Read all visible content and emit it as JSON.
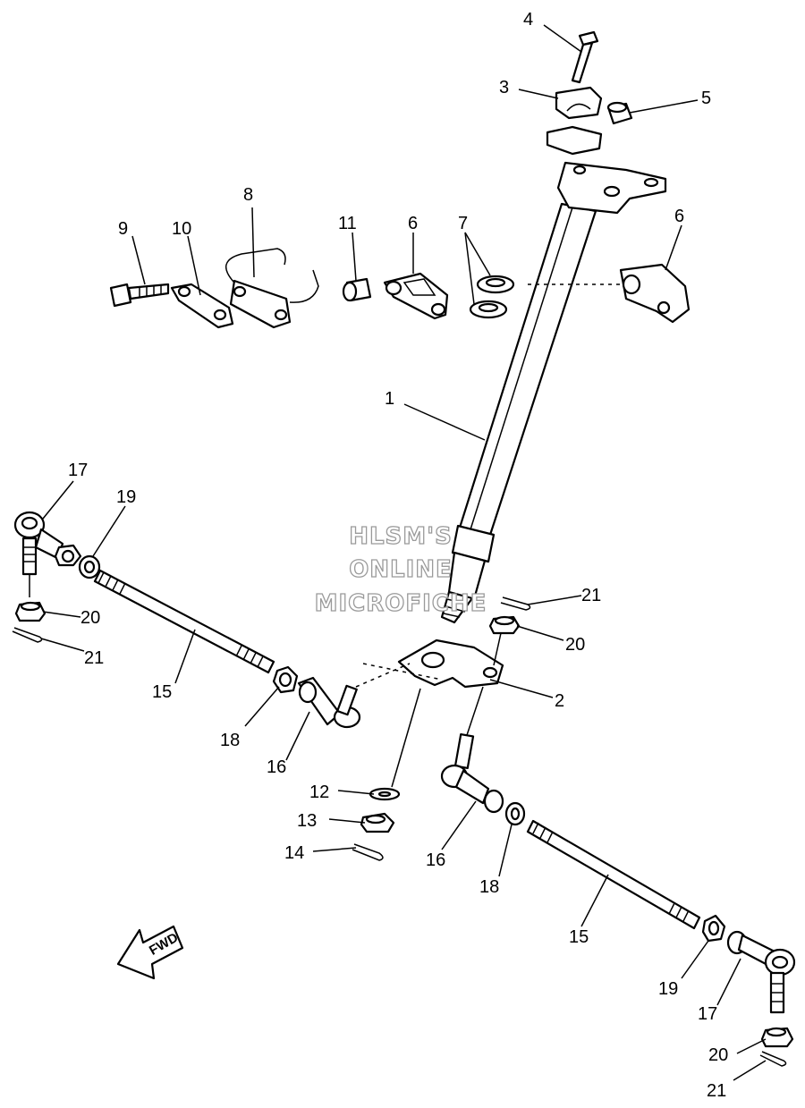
{
  "watermark": {
    "line1": "HLSM'S",
    "line2": "ONLINE",
    "line3": "MICROFICHE"
  },
  "fwd_label": "FWD",
  "callouts": [
    {
      "id": "c1",
      "label": "1"
    },
    {
      "id": "c2",
      "label": "2"
    },
    {
      "id": "c3",
      "label": "3"
    },
    {
      "id": "c4",
      "label": "4"
    },
    {
      "id": "c5",
      "label": "5"
    },
    {
      "id": "c6a",
      "label": "6"
    },
    {
      "id": "c6b",
      "label": "6"
    },
    {
      "id": "c7",
      "label": "7"
    },
    {
      "id": "c8",
      "label": "8"
    },
    {
      "id": "c9",
      "label": "9"
    },
    {
      "id": "c10",
      "label": "10"
    },
    {
      "id": "c11",
      "label": "11"
    },
    {
      "id": "c12",
      "label": "12"
    },
    {
      "id": "c13",
      "label": "13"
    },
    {
      "id": "c14",
      "label": "14"
    },
    {
      "id": "c15a",
      "label": "15"
    },
    {
      "id": "c15b",
      "label": "15"
    },
    {
      "id": "c16a",
      "label": "16"
    },
    {
      "id": "c16b",
      "label": "16"
    },
    {
      "id": "c17a",
      "label": "17"
    },
    {
      "id": "c17b",
      "label": "17"
    },
    {
      "id": "c18a",
      "label": "18"
    },
    {
      "id": "c18b",
      "label": "18"
    },
    {
      "id": "c19a",
      "label": "19"
    },
    {
      "id": "c19b",
      "label": "19"
    },
    {
      "id": "c20a",
      "label": "20"
    },
    {
      "id": "c20b",
      "label": "20"
    },
    {
      "id": "c20c",
      "label": "20"
    },
    {
      "id": "c21a",
      "label": "21"
    },
    {
      "id": "c21b",
      "label": "21"
    },
    {
      "id": "c21c",
      "label": "21"
    }
  ]
}
